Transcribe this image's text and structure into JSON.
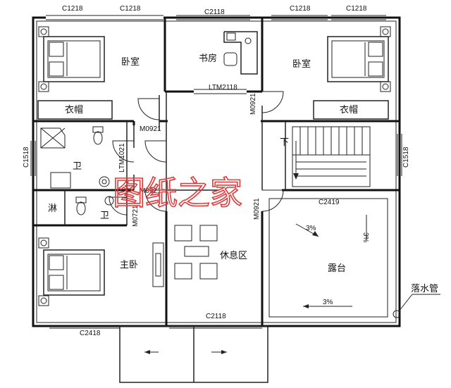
{
  "rooms": {
    "bedroom_left": "卧室",
    "study": "书房",
    "bedroom_right": "卧室",
    "closet_left": "衣帽",
    "closet_right": "衣帽",
    "bath_upper": "卫",
    "shower": "淋",
    "bath_lower": "卫",
    "master_bedroom": "主卧",
    "lounge": "休息区",
    "terrace": "露台",
    "downpipe": "落水管",
    "stair_down": "下"
  },
  "codes": {
    "top_window_1": "C1218",
    "top_window_2": "C1218",
    "top_window_3": "C2118",
    "top_window_4": "C1218",
    "top_window_5": "C1218",
    "study_door": "LTM2118",
    "door_study_right": "M0921",
    "door_hall_left": "M0921",
    "left_window": "C1518",
    "right_window": "C1518",
    "bath_door_upper": "LTM1021",
    "door_bath_mid": "M0921",
    "door_bath_lower": "M0721",
    "door_lounge_right": "M0921",
    "terrace_door": "C2419",
    "bottom_window_left": "C2418",
    "bottom_window_mid": "C2118"
  },
  "slopes": {
    "slope_1": "3%",
    "slope_2": "3%",
    "slope_3": "3%"
  },
  "watermark": "图纸之家"
}
